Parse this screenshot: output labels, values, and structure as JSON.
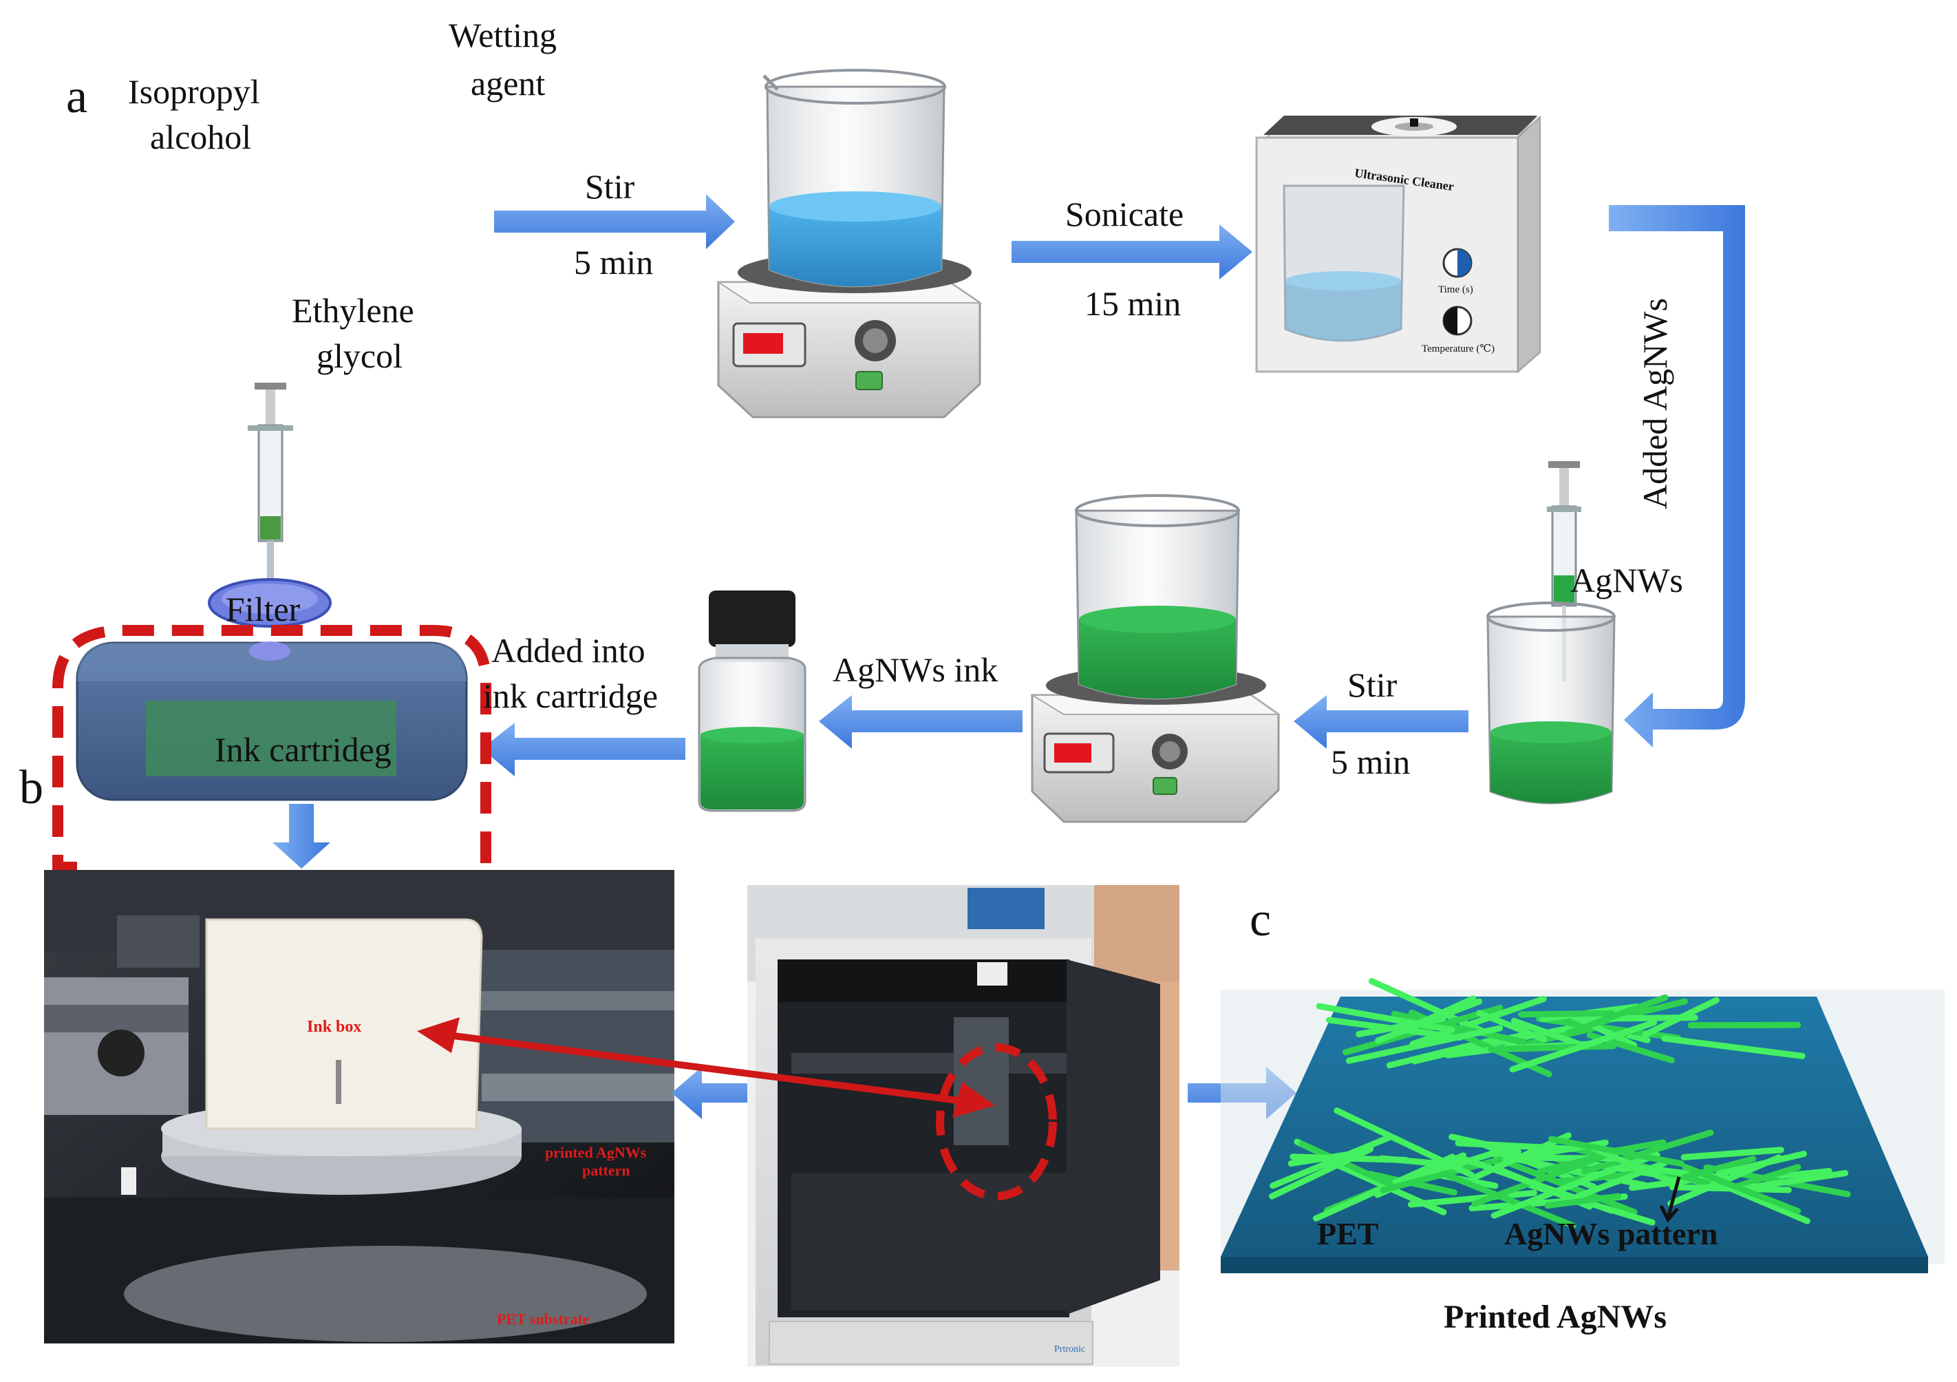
{
  "panel_labels": {
    "a": "a",
    "b": "b",
    "c": "c"
  },
  "reagents": {
    "isopropyl_line1": "Isopropyl",
    "isopropyl_line2": "alcohol",
    "wetting_line1": "Wetting",
    "wetting_line2": "agent",
    "ethylene_line1": "Ethylene",
    "ethylene_line2": "glycol"
  },
  "steps": {
    "stir1_label": "Stir",
    "stir1_time": "5 min",
    "sonicate_label": "Sonicate",
    "sonicate_time": "15 min",
    "added_agnws": "Added AgNWs",
    "agnws": "AgNWs",
    "stir2_label": "Stir",
    "stir2_time": "5 min",
    "agnws_ink": "AgNWs ink",
    "added_into_line1": "Added into",
    "added_into_line2": "ink  cartridge"
  },
  "equipment": {
    "filter": "Filter",
    "ink_cartridge": "Ink cartrideg",
    "ultrasonic_cleaner": "Ultrasonic Cleaner",
    "time_knob": "Time (s)",
    "temperature_knob": "Temperature (℃)",
    "ink_box": "Ink box",
    "printed_pattern_line1": "printed AgNWs",
    "printed_pattern_line2": "pattern",
    "pet_substrate": "PET substrate",
    "printer_brand": "Prtronic"
  },
  "result": {
    "pet": "PET",
    "pattern": "AgNWs pattern",
    "caption": "Printed AgNWs"
  },
  "colors": {
    "arrow_blue": "#4a86e8",
    "dashed_red": "#d01818",
    "ink_green": "#27a845",
    "liquid_blue": "#3aa3dc",
    "pet_blue": "#1c6b95",
    "wire_green": "#44f060"
  }
}
